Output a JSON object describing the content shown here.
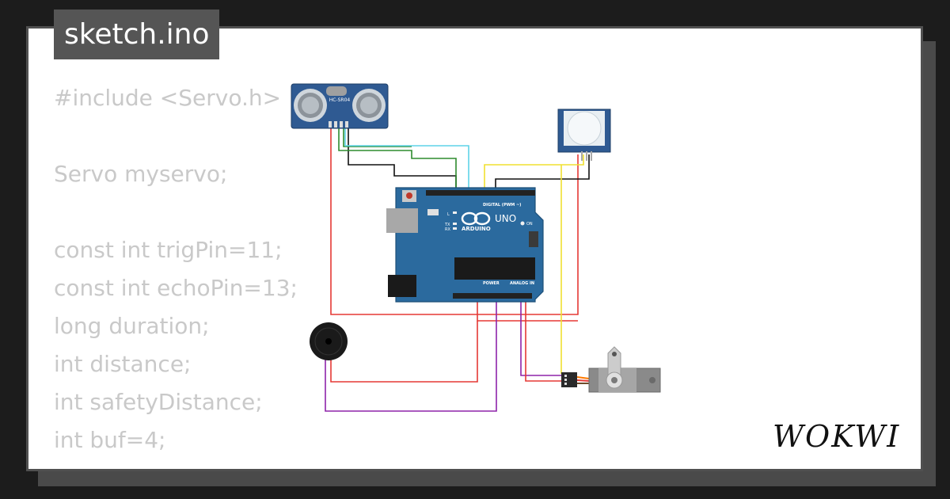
{
  "sketch": {
    "filename": "sketch.ino"
  },
  "code_lines": [
    "#include <Servo.h>",
    "",
    "Servo myservo;",
    "",
    "const int trigPin=11;",
    "const int echoPin=13;",
    "long duration;",
    "int distance;",
    "int safetyDistance;",
    "int buf=4;"
  ],
  "components": {
    "ultrasonic_label": "HC-SR04",
    "board_model": "UNO",
    "board_brand": "ARDUINO",
    "digital_header": "DIGITAL (PWM ~)",
    "power_header": "POWER",
    "analog_header": "ANALOG IN",
    "led_on": "ON",
    "led_l": "L",
    "led_tx": "TX",
    "led_rx": "RX"
  },
  "brand": {
    "logo_text": "WOKWI"
  },
  "colors": {
    "background": "#1c1c1c",
    "card": "#ffffff",
    "tag": "#555555",
    "code_text": "#c9c9c9",
    "board_blue": "#2b6a9e",
    "wire_red": "#e53935",
    "wire_black": "#111111",
    "wire_green": "#2e8b2e",
    "wire_cyan": "#5fd3e8",
    "wire_yellow": "#f0e030",
    "wire_purple": "#8e24aa"
  }
}
